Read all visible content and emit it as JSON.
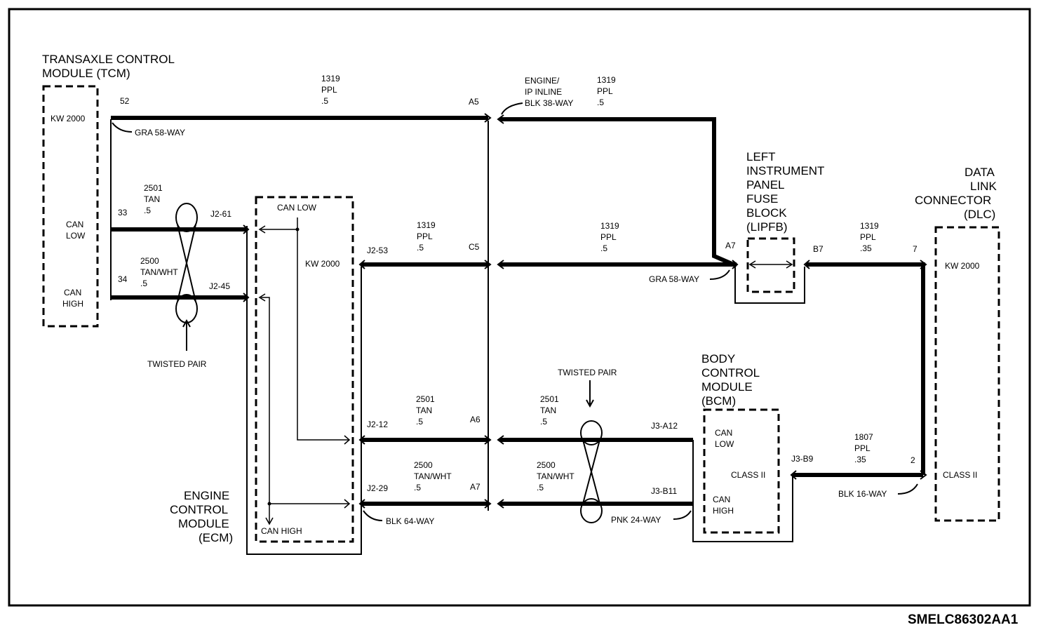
{
  "diagram_code": "SMELC86302AA1",
  "tcm": {
    "title_line1": "TRANSAXLE CONTROL",
    "title_line2": "MODULE (TCM)",
    "protocol": "KW 2000",
    "can_low_l1": "CAN",
    "can_low_l2": "LOW",
    "can_high_l1": "CAN",
    "can_high_l2": "HIGH",
    "pin_52": "52",
    "pin_33": "33",
    "pin_34": "34",
    "connector": "GRA 58-WAY"
  },
  "ecm": {
    "title_l1": "ENGINE",
    "title_l2": "CONTROL",
    "title_l3": "MODULE",
    "title_l4": "(ECM)",
    "protocol": "KW 2000",
    "can_low": "CAN LOW",
    "can_high": "CAN HIGH",
    "pin_j2_61": "J2-61",
    "pin_j2_45": "J2-45",
    "pin_j2_53": "J2-53",
    "pin_j2_12": "J2-12",
    "pin_j2_29": "J2-29",
    "connector": "BLK 64-WAY"
  },
  "inline": {
    "name_l1": "ENGINE/",
    "name_l2": "IP INLINE",
    "name_l3": "BLK 38-WAY",
    "pin_a5": "A5",
    "pin_c5": "C5",
    "pin_a6": "A6",
    "pin_a7": "A7"
  },
  "lipfb": {
    "title_l1": "LEFT",
    "title_l2": "INSTRUMENT",
    "title_l3": "PANEL",
    "title_l4": "FUSE",
    "title_l5": "BLOCK",
    "title_l6": "(LIPFB)",
    "pin_a7": "A7",
    "pin_b7": "B7",
    "connector": "GRA 58-WAY"
  },
  "dlc": {
    "title_l1": "DATA",
    "title_l2": "LINK",
    "title_l3": "CONNECTOR",
    "title_l4": "(DLC)",
    "protocol": "KW 2000",
    "class": "CLASS II",
    "pin_7": "7",
    "pin_2": "2",
    "connector": "BLK 16-WAY"
  },
  "bcm": {
    "title_l1": "BODY",
    "title_l2": "CONTROL",
    "title_l3": "MODULE",
    "title_l4": "(BCM)",
    "can_low_l1": "CAN",
    "can_low_l2": "LOW",
    "can_high_l1": "CAN",
    "can_high_l2": "HIGH",
    "class": "CLASS II",
    "pin_j3_a12": "J3-A12",
    "pin_j3_b11": "J3-B11",
    "pin_j3_b9": "J3-B9",
    "connector": "PNK 24-WAY"
  },
  "twisted_pair": "TWISTED PAIR",
  "wires": {
    "w1319_ppl_05": {
      "circuit": "1319",
      "color": "PPL",
      "gauge": ".5"
    },
    "w1319_ppl_035": {
      "circuit": "1319",
      "color": "PPL",
      "gauge": ".35"
    },
    "w2501": {
      "circuit": "2501",
      "color": "TAN",
      "gauge": ".5"
    },
    "w2500": {
      "circuit": "2500",
      "color": "TAN/WHT",
      "gauge": ".5"
    },
    "w1807": {
      "circuit": "1807",
      "color": "PPL",
      "gauge": ".35"
    }
  }
}
